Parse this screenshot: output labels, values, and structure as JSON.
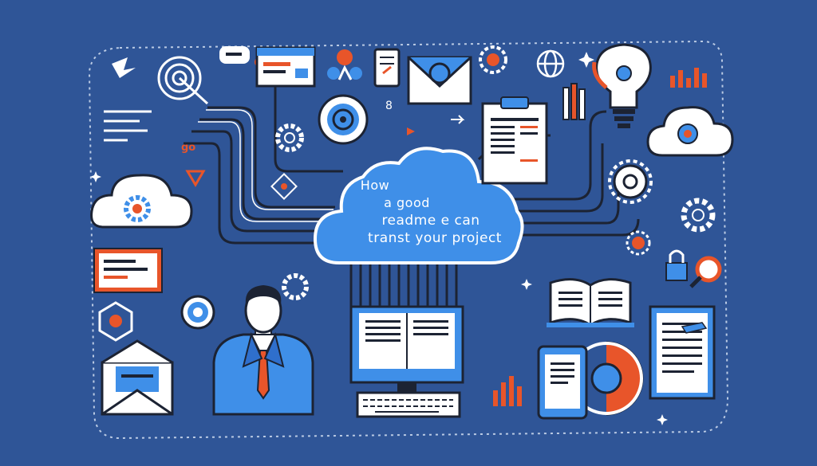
{
  "headline": {
    "line1": "How",
    "line2": "a good",
    "line3": "readme e can",
    "line4": "transt your project"
  },
  "small_labels": {
    "go": "go",
    "eight": "8"
  },
  "colors": {
    "background": "#2f5597",
    "cloud": "#3f8fe8",
    "accent": "#e8552a",
    "ink": "#1c2333",
    "paper": "#ffffff"
  },
  "icons": [
    "target-icon",
    "chat-bubble-icon",
    "browser-window-icon",
    "people-network-icon",
    "tablet-icon",
    "envelope-icon",
    "gear-icon",
    "globe-icon",
    "lightbulb-icon",
    "bar-chart-icon",
    "cloud-gear-icon",
    "clipboard-document-icon",
    "person-icon",
    "monitor-icon",
    "keyboard-icon",
    "open-book-icon",
    "magnifier-icon",
    "lock-icon",
    "document-icon",
    "phone-icon",
    "pen-icon"
  ]
}
